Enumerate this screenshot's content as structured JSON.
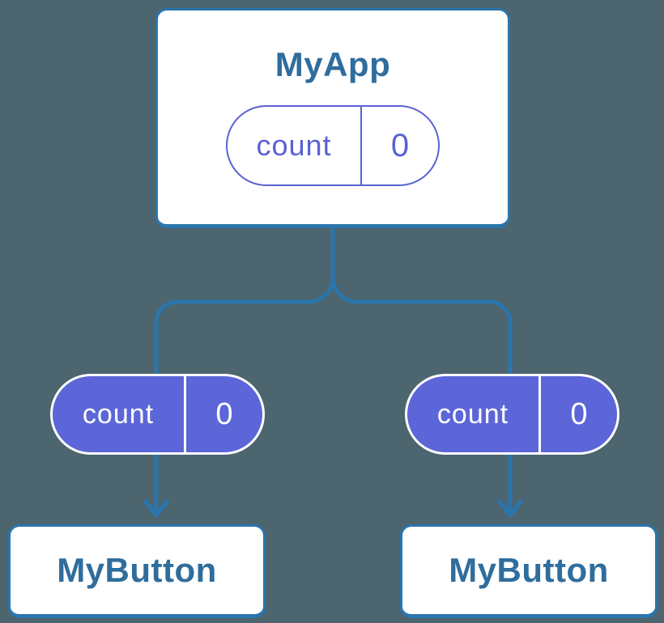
{
  "colors": {
    "background": "#4C656F",
    "connector_blue": "#2B75AC",
    "node_text_blue": "#2F6D9D",
    "prop_purple_outline": "#5A62D3",
    "prop_purple_fill": "#5C66D8",
    "card_white": "#FFFFFF"
  },
  "tree": {
    "root": {
      "title": "MyApp",
      "prop": {
        "name": "count",
        "value": "0"
      }
    },
    "children": [
      {
        "title": "MyButton",
        "prop": {
          "name": "count",
          "value": "0"
        }
      },
      {
        "title": "MyButton",
        "prop": {
          "name": "count",
          "value": "0"
        }
      }
    ]
  }
}
